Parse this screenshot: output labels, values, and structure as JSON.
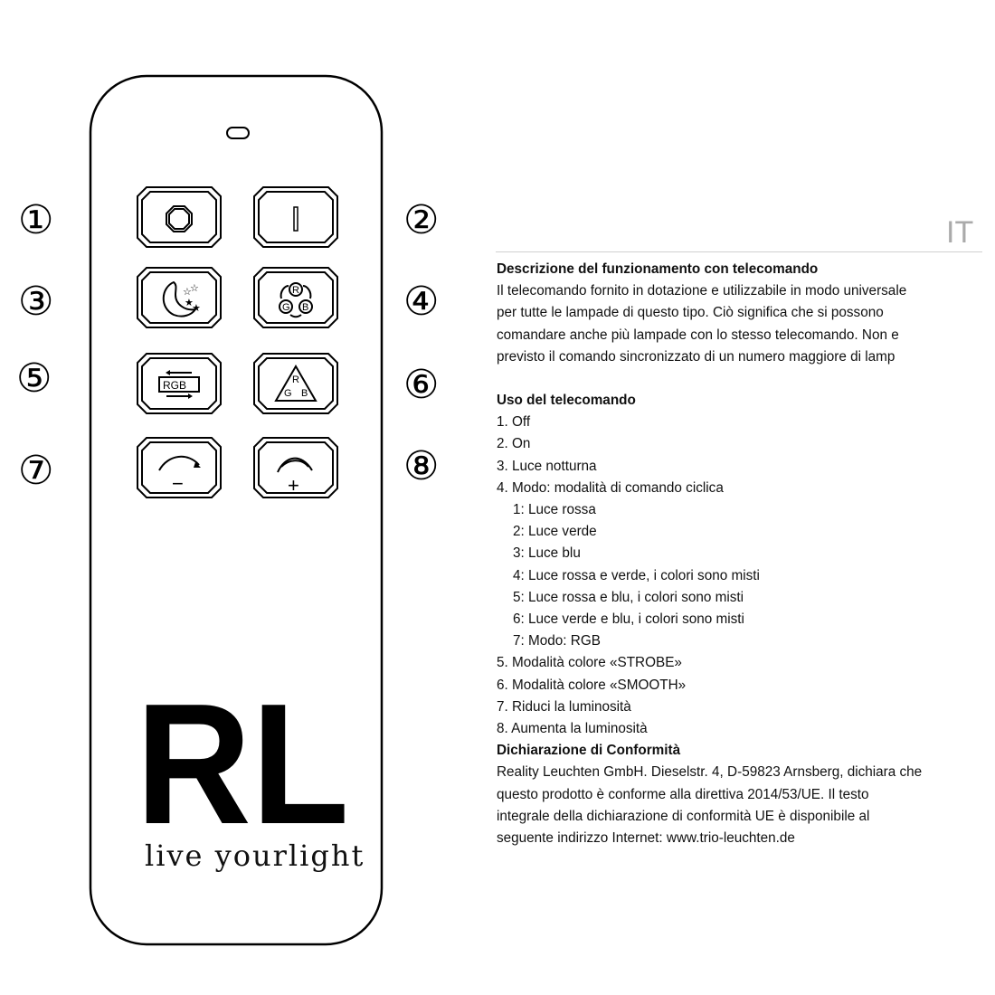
{
  "remote": {
    "callouts": [
      "①",
      "②",
      "③",
      "④",
      "⑤",
      "⑥",
      "⑦",
      "⑧"
    ],
    "buttons": [
      {
        "id": 1,
        "icon": "octagon-off-icon"
      },
      {
        "id": 2,
        "icon": "vertical-bar-on-icon"
      },
      {
        "id": 3,
        "icon": "moon-stars-icon"
      },
      {
        "id": 4,
        "icon": "rgb-mode-icon",
        "labels": [
          "R",
          "G",
          "B"
        ]
      },
      {
        "id": 5,
        "icon": "rgb-strobe-icon",
        "label": "RGB"
      },
      {
        "id": 6,
        "icon": "rgb-smooth-icon",
        "labels": [
          "R",
          "G",
          "B"
        ]
      },
      {
        "id": 7,
        "icon": "dim-minus-icon",
        "sign": "−"
      },
      {
        "id": 8,
        "icon": "dim-plus-icon",
        "sign": "+"
      }
    ],
    "logo": "RL",
    "tagline": "live yourlight"
  },
  "lang": "IT",
  "desc": {
    "heading": "Descrizione del funzionamento con telecomando",
    "lines": [
      "Il telecomando fornito in dotazione e utilizzabile in modo universale",
      "per tutte le lampade di questo tipo. Ciò significa che si possono",
      "comandare anche più lampade con lo stesso telecomando. Non e",
      "previsto il comando sincronizzato di un numero maggiore di lamp"
    ]
  },
  "usage": {
    "heading": "Uso del telecomando",
    "items": [
      "1. Off",
      "2. On",
      "3. Luce notturna",
      "4. Modo: modalità di comando ciclica"
    ],
    "sub_items": [
      "1: Luce rossa",
      "2: Luce verde",
      "3: Luce blu",
      "4: Luce rossa e verde, i colori sono misti",
      "5: Luce rossa e blu, i colori sono misti",
      "6: Luce verde e blu, i colori sono misti",
      "7: Modo: RGB"
    ],
    "items_after": [
      "5. Modalità colore «STROBE»",
      "6. Modalità colore «SMOOTH»",
      "7. Riduci la luminosità",
      "8. Aumenta la luminosità"
    ]
  },
  "conformity": {
    "heading": "Dichiarazione di Conformità",
    "lines": [
      "Reality Leuchten GmbH. Dieselstr. 4, D-59823 Arnsberg, dichiara che",
      "questo prodotto è conforme alla direttiva 2014/53/UE. Il testo",
      "integrale della dichiarazione di conformità UE è disponibile al",
      "seguente indirizzo Internet: www.trio-leuchten.de"
    ]
  }
}
